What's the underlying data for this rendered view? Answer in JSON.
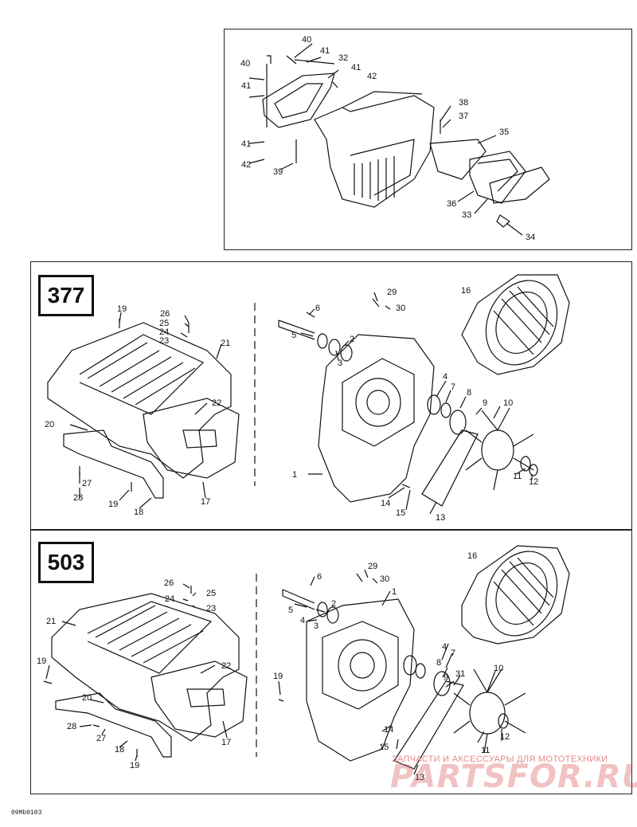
{
  "models": {
    "top_a": "377",
    "bottom_b": "503"
  },
  "diagram_code": "09Mb0103",
  "watermark": {
    "line": "ЗАПЧАСТИ И АКСЕССУАРЫ ДЛЯ МОТОТЕХНИКИ",
    "logo": "PARTSFOR.RU"
  },
  "labels_top": [
    "40",
    "40",
    "41",
    "41",
    "32",
    "41",
    "42",
    "41",
    "42",
    "39",
    "38",
    "37",
    "35",
    "36",
    "33",
    "34"
  ],
  "labels_377": [
    "377",
    "19",
    "26",
    "25",
    "24",
    "23",
    "21",
    "22",
    "20",
    "27",
    "28",
    "19",
    "18",
    "17",
    "6",
    "5",
    "29",
    "30",
    "2",
    "3",
    "4",
    "7",
    "8",
    "9",
    "10",
    "16",
    "1",
    "11",
    "12",
    "14",
    "15",
    "13"
  ],
  "labels_503": [
    "503",
    "26",
    "25",
    "24",
    "23",
    "21",
    "22",
    "19",
    "19",
    "20",
    "28",
    "27",
    "18",
    "19",
    "17",
    "6",
    "29",
    "30",
    "5",
    "2",
    "4",
    "3",
    "1",
    "16",
    "4",
    "7",
    "8",
    "9",
    "31",
    "10",
    "12",
    "11",
    "14",
    "15",
    "13"
  ],
  "colors": {
    "line": "#111111",
    "watermark": "#d65050"
  }
}
